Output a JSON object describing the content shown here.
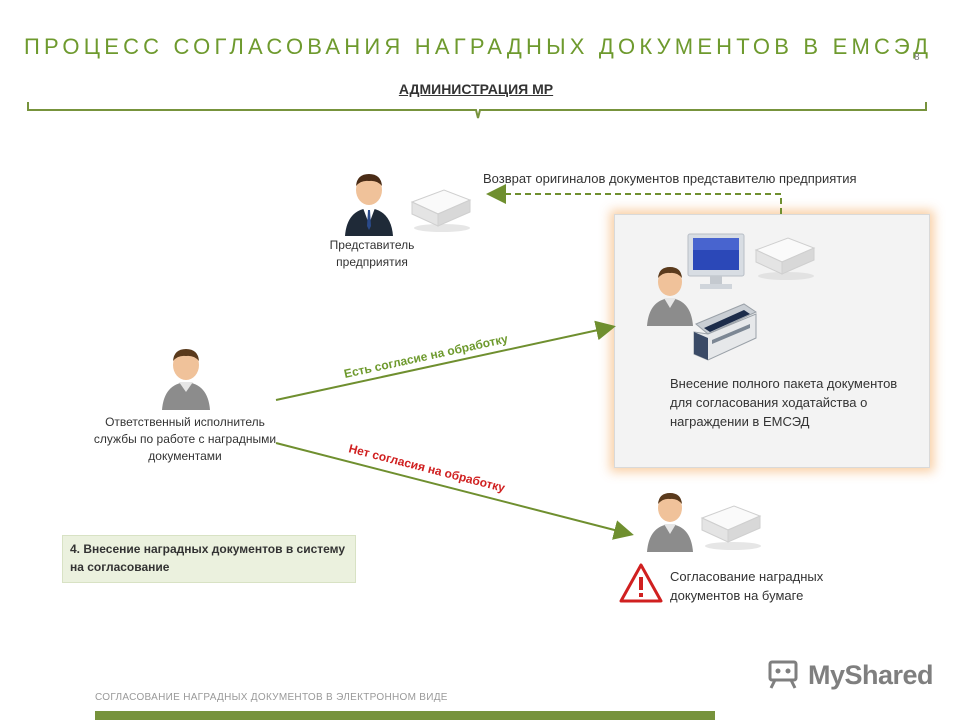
{
  "title": "ПРОЦЕСС СОГЛАСОВАНИЯ НАГРАДНЫХ ДОКУМЕНТОВ В ЕМСЭД",
  "page_number": "8",
  "admin_label": "АДМИНИСТРАЦИЯ МР",
  "return_label": "Возврат оригиналов документов представителю предприятия",
  "representative_label": "Представитель предприятия",
  "executor_label": "Ответственный исполнитель службы по работе с наградными документами",
  "agree_label": "Есть согласие на обработку",
  "disagree_label": "Нет согласия на обработку",
  "emsed_text": "Внесение полного пакета документов для согласования ходатайства о награждении в ЕМСЭД",
  "paper_text": "Согласование наградных документов на бумаге",
  "step_text": "4. Внесение наградных документов в систему на согласование",
  "footer_text": "СОГЛАСОВАНИЕ НАГРАДНЫХ ДОКУМЕНТОВ В ЭЛЕКТРОННОМ ВИДЕ",
  "logo_text": "MyShared",
  "colors": {
    "accent": "#6e9a2e",
    "agree_arrow": "#6f8f2f",
    "disagree_text": "#d02020",
    "footer_bar": "#77933c"
  }
}
